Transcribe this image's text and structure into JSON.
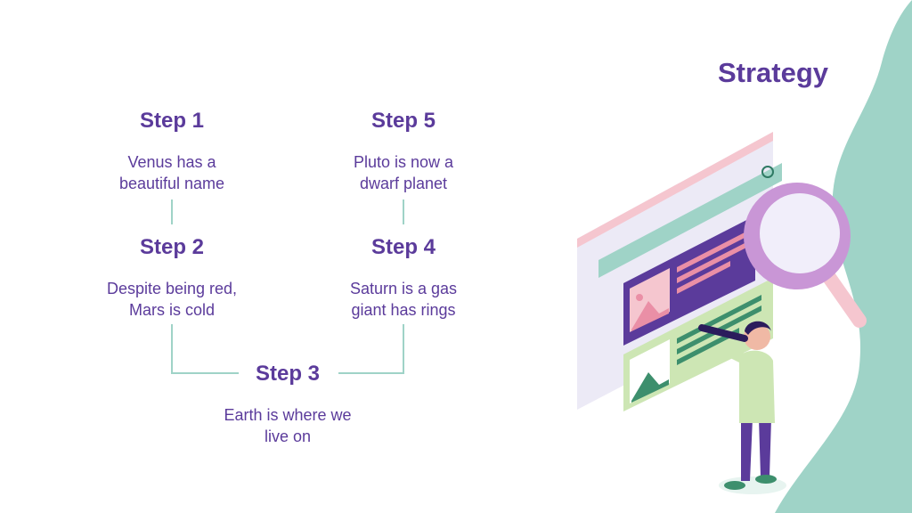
{
  "title": "Strategy",
  "steps": [
    {
      "title": "Step 1",
      "desc_line1": "Venus has a",
      "desc_line2": "beautiful name"
    },
    {
      "title": "Step 2",
      "desc_line1": "Despite being red,",
      "desc_line2": "Mars is cold"
    },
    {
      "title": "Step 3",
      "desc_line1": "Earth is where we",
      "desc_line2": "live on"
    },
    {
      "title": "Step 4",
      "desc_line1": "Saturn is a gas",
      "desc_line2": "giant has rings"
    },
    {
      "title": "Step 5",
      "desc_line1": "Pluto is now a",
      "desc_line2": "dwarf planet"
    }
  ],
  "colors": {
    "text": "#5b3b9b",
    "connector": "#9fd3c7",
    "teal_blob": "#9fd3c7",
    "pink": "#f5c6cf",
    "purple": "#5b3b9b",
    "lavender": "#c996d6"
  },
  "illustration": "person-with-telescope-and-magnifier-on-webpage"
}
